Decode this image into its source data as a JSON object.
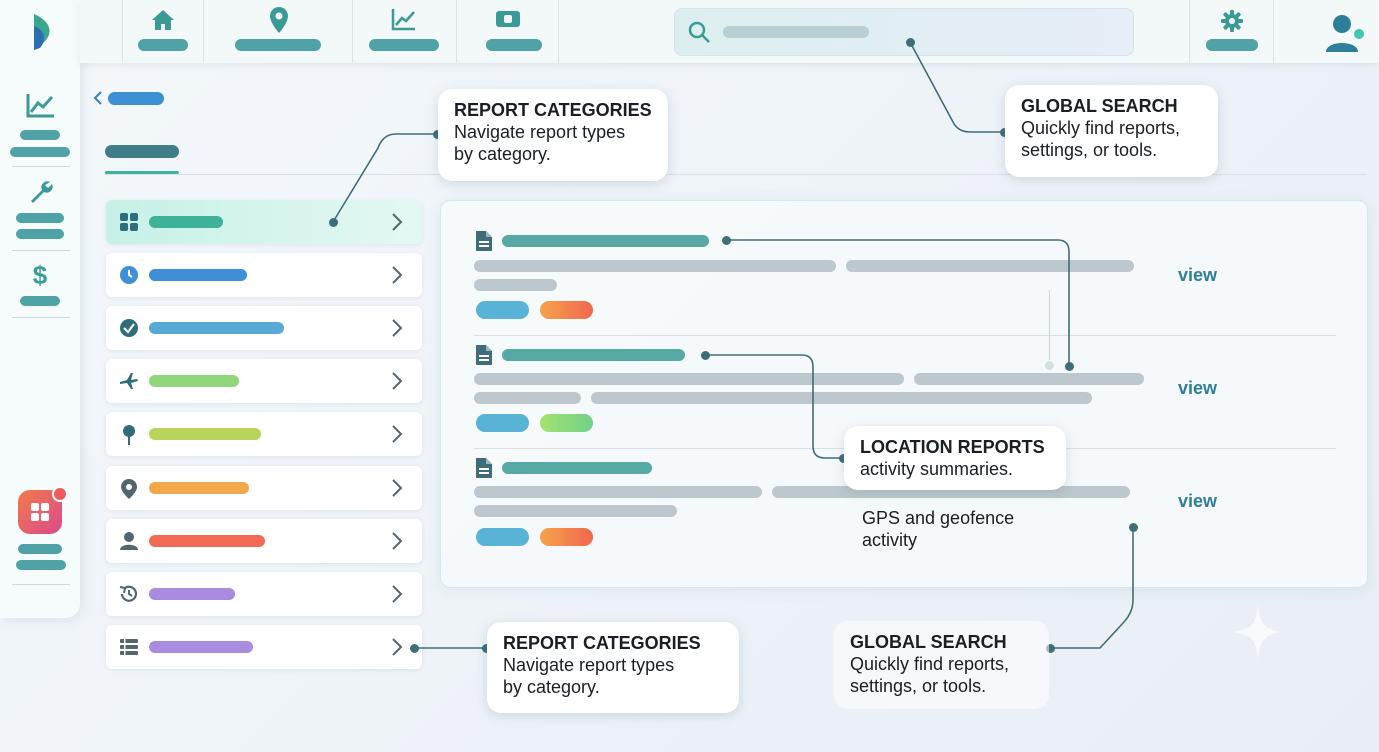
{
  "colors": {
    "accent": "#4fa3a6",
    "link": "#2f7f9b",
    "connector": "#3f6e78",
    "app_icon_gradient": [
      "#f47a4a",
      "#d94a8c"
    ]
  },
  "sidebar": {
    "items": [
      {
        "icon": "line-chart-icon"
      },
      {
        "icon": "wrench-icon"
      },
      {
        "icon": "dollar-icon"
      },
      {
        "icon": "apps-grid-icon",
        "badge": true
      }
    ]
  },
  "topnav": {
    "items": [
      {
        "icon": "home-icon"
      },
      {
        "icon": "map-pin-icon"
      },
      {
        "icon": "trend-chart-icon"
      },
      {
        "icon": "cash-icon"
      }
    ],
    "search_icon": "search-icon",
    "settings_icon": "gear-icon",
    "avatar_icon": "user-avatar-icon"
  },
  "categories": [
    {
      "icon": "grid-icon",
      "color": "#3fb39a",
      "active": true
    },
    {
      "icon": "clock-icon",
      "color": "#3d8fd6"
    },
    {
      "icon": "check-circle-icon",
      "color": "#58a9d3"
    },
    {
      "icon": "airplane-icon",
      "color": "#8ed77a"
    },
    {
      "icon": "pin-icon",
      "color": "#b9d45a"
    },
    {
      "icon": "location-icon",
      "color": "#f0a84a"
    },
    {
      "icon": "person-icon",
      "color": "#f06a55"
    },
    {
      "icon": "history-icon",
      "color": "#a98be0"
    },
    {
      "icon": "list-icon",
      "color": "#a98be0"
    }
  ],
  "reports": [
    {
      "icon": "document-icon",
      "view_label": "view",
      "tags": [
        "#58b3d6",
        "#f0774f"
      ]
    },
    {
      "icon": "document-icon",
      "view_label": "view",
      "tags": [
        "#58b3d6",
        "#8ddc6a"
      ]
    },
    {
      "icon": "document-icon",
      "view_label": "view",
      "tags": [
        "#58b3d6",
        "#f0774f"
      ]
    }
  ],
  "callouts": {
    "report_categories_top": {
      "title": "REPORT CATEGORIES",
      "text1": "Navigate report types",
      "text2": "by category."
    },
    "global_search_top": {
      "title": "GLOBAL SEARCH",
      "text1": "Quickly find reports,",
      "text2": "settings, or tools."
    },
    "location_reports": {
      "title": "LOCATION REPORTS",
      "text1": "activity summaries."
    },
    "gps_note": {
      "text1": "GPS and geofence",
      "text2": "activity"
    },
    "report_categories_bottom": {
      "title": "REPORT CATEGORIES",
      "text1": "Navigate report types",
      "text2": "by category."
    },
    "global_search_bottom": {
      "title": "GLOBAL SEARCH",
      "text1": "Quickly find reports,",
      "text2": "settings, or tools."
    }
  }
}
